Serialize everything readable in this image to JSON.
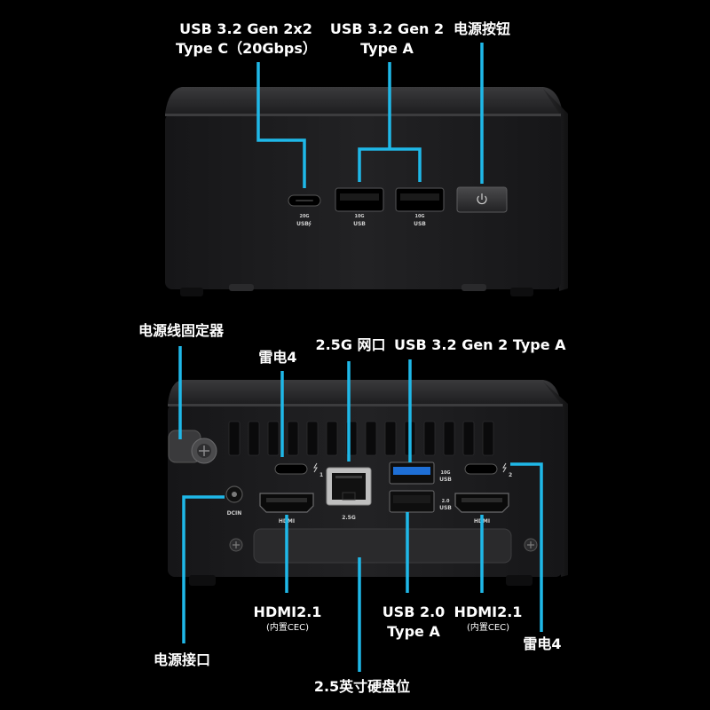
{
  "front": {
    "usb_c_label_line1": "USB 3.2 Gen 2x2",
    "usb_c_label_line2": "Type C（20Gbps）",
    "usb_a_label_line1": "USB 3.2 Gen 2",
    "usb_a_label_line2": "Type A",
    "power_button_label": "电源按钮",
    "usb_c_port_print": "20G",
    "usb_c_port_print2": "USB",
    "usb_a_port_print_top": "10G",
    "usb_a_port_print_bottom": "USB"
  },
  "rear": {
    "cord_retainer_label": "电源线固定器",
    "thunderbolt_left_label": "雷电4",
    "lan_label": "2.5G 网口",
    "usb_gen2_label": "USB 3.2 Gen 2 Type A",
    "hdmi_left_line1": "HDMI2.1",
    "hdmi_left_line2": "(内置CEC)",
    "usb20_line1": "USB 2.0",
    "usb20_line2": "Type A",
    "hdmi_right_line1": "HDMI2.1",
    "hdmi_right_line2": "(内置CEC)",
    "thunderbolt_right_label": "雷电4",
    "power_jack_label": "电源接口",
    "drive_bay_label": "2.5英寸硬盘位",
    "dcin_print": "DCIN",
    "hdmi_print": "HDMI",
    "lan_print": "2.5G",
    "usb10g_print_top": "10G",
    "usb10g_print_bottom": "USB",
    "usb2_print_top": "2.0",
    "usb2_print_bottom": "USB",
    "tb_left_print": "1",
    "tb_right_print": "2"
  },
  "colors": {
    "callout": "#1fb8e8",
    "chassis": "#1c1c1e",
    "usb3_blue": "#1e6fd6"
  }
}
